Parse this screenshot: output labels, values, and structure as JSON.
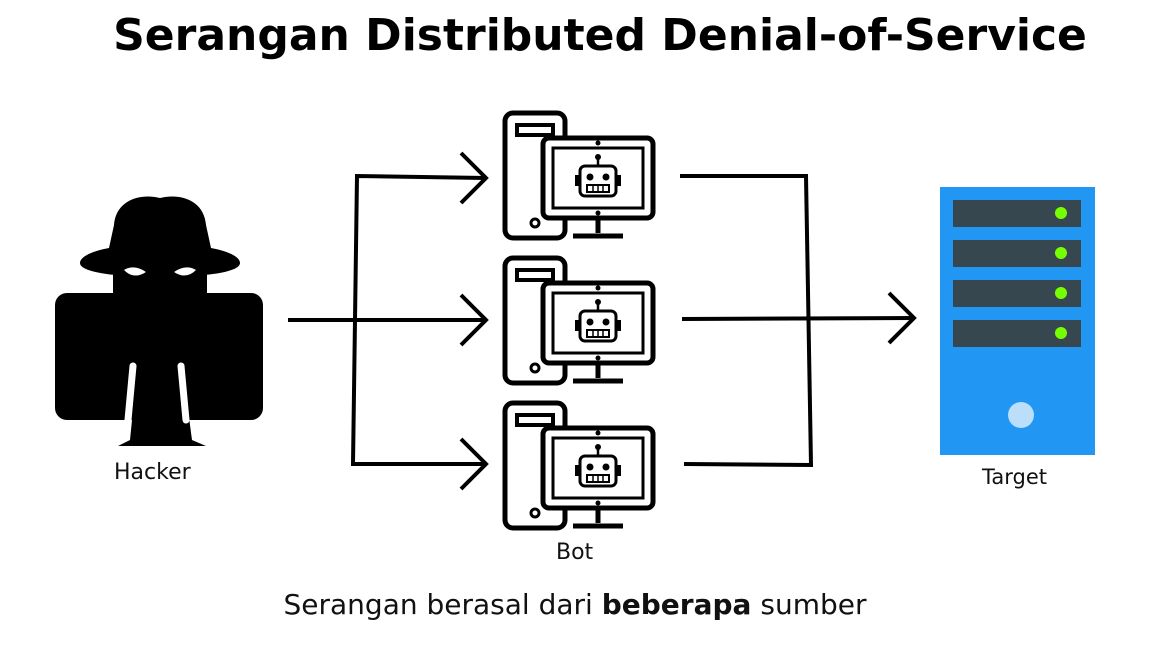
{
  "title": "Serangan Distributed Denial-of-Service",
  "nodes": {
    "hacker": {
      "label": "Hacker",
      "icon": "hacker-icon"
    },
    "bot": {
      "label": "Bot",
      "icon": "bot-computer-icon"
    },
    "target": {
      "label": "Target",
      "icon": "server-icon"
    }
  },
  "caption": {
    "before": "Serangan berasal dari ",
    "emphasis": "beberapa",
    "after": " sumber"
  },
  "colors": {
    "server": "#2196f3",
    "server_slot": "#37474f",
    "server_led": "#76ff03",
    "server_button": "#bbdefb",
    "stroke": "#000000"
  }
}
